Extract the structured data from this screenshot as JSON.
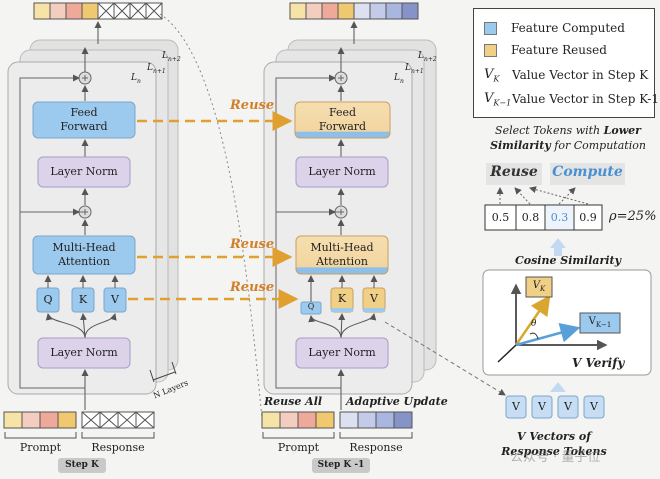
{
  "legend": {
    "computed": "Feature Computed",
    "reused": "Feature Reused",
    "vk_symbol": "V",
    "vk_sub": "K",
    "vk_desc": "Value Vector in Step K",
    "vk1_symbol": "V",
    "vk1_sub": "K−1",
    "vk1_desc": "Value Vector in Step K-1",
    "colors": {
      "computed": "#9cc9ee",
      "reused": "#f0cf86"
    }
  },
  "left_stack": {
    "feed_forward": "Feed\nForward",
    "layer_norm_top": "Layer Norm",
    "mha": "Multi-Head\nAttention",
    "q": "Q",
    "k": "K",
    "v": "V",
    "layer_norm_bottom": "Layer Norm",
    "layer_labels": [
      "L",
      "L",
      "L"
    ],
    "layer_subs": [
      "n",
      "n+1",
      "n+2"
    ],
    "n_layers": "N Layers",
    "prompt": "Prompt",
    "response": "Response",
    "step": "Step K"
  },
  "right_stack": {
    "feed_forward": "Feed\nForward",
    "layer_norm_top": "Layer Norm",
    "mha": "Multi-Head\nAttention",
    "q": "Q",
    "k": "K",
    "v": "V",
    "layer_norm_bottom": "Layer Norm",
    "layer_labels": [
      "L",
      "L",
      "L"
    ],
    "layer_subs": [
      "n",
      "n+1",
      "n+2"
    ],
    "reuse_all": "Reuse All",
    "adaptive_update": "Adaptive Update",
    "prompt": "Prompt",
    "response": "Response",
    "step": "Step K -1"
  },
  "reuse_labels": [
    "Reuse",
    "Reuse",
    "Reuse"
  ],
  "selection": {
    "title_1": "Select Tokens with ",
    "title_bold_1": "Lower",
    "title_bold_2": "Similarity",
    "title_2": " for Computation",
    "reuse": "Reuse",
    "compute": "Compute",
    "values": [
      "0.5",
      "0.8",
      "0.3",
      "0.9"
    ],
    "rho": "ρ=25%",
    "cosine": "Cosine Similarity",
    "verify": "V Verify",
    "theta": "θ",
    "v_tokens": [
      "V",
      "V",
      "V",
      "V"
    ],
    "vectors_caption_1": "V Vectors of",
    "vectors_caption_2": "Response Tokens",
    "vk": "V",
    "vk_sub": "K",
    "vk1": "V",
    "vk1_sub": "K−1"
  },
  "watermark": "公众号 · 量子位"
}
